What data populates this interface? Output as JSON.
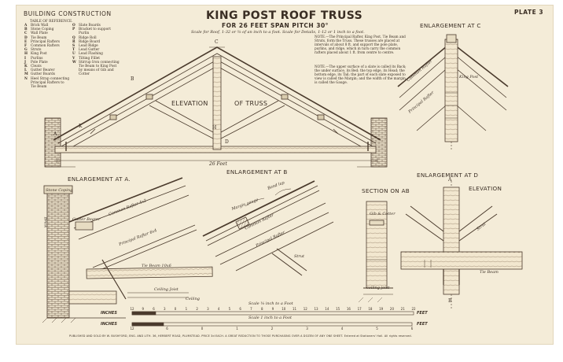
{
  "header": {
    "series": "BUILDING CONSTRUCTION",
    "plate": "PLATE 3",
    "title": "KING POST ROOF TRUSS",
    "subtitle": "FOR 26 FEET SPAN    PITCH 30°",
    "scales": "Scale for Roof, 1-32 or ⅜ of an inch to a foot.     Scale for Details, 1-12 or 1 inch to a foot."
  },
  "reference_table": {
    "heading": "TABLE OF REFERENCE.",
    "left": [
      {
        "k": "A",
        "v": "Brick Wall"
      },
      {
        "k": "B",
        "v": "Stone Coping"
      },
      {
        "k": "C",
        "v": "Wall Plate"
      },
      {
        "k": "D",
        "v": "Tie Beam"
      },
      {
        "k": "E",
        "v": "Principal Rafters"
      },
      {
        "k": "F",
        "v": "Common Rafters"
      },
      {
        "k": "G",
        "v": "Struts"
      },
      {
        "k": "H",
        "v": "King Post"
      },
      {
        "k": "I",
        "v": "Purlins"
      },
      {
        "k": "J",
        "v": "Pole Plate"
      },
      {
        "k": "K",
        "v": "Cleats"
      },
      {
        "k": "L",
        "v": "Gutter Bearer"
      },
      {
        "k": "M",
        "v": "Gutter Boards"
      },
      {
        "k": "N",
        "v": "Heel Strap connecting Principal Rafters to Tie Beam"
      }
    ],
    "right": [
      {
        "k": "O",
        "v": "Slate Boards"
      },
      {
        "k": "P",
        "v": "Bracket to support Purlin"
      },
      {
        "k": "Q",
        "v": "Ridge Roll"
      },
      {
        "k": "R",
        "v": "Ridge Board"
      },
      {
        "k": "S",
        "v": "Lead Ridge"
      },
      {
        "k": "T",
        "v": "Lead Gutter"
      },
      {
        "k": "U",
        "v": "Lead Flashing"
      },
      {
        "k": "V",
        "v": "Tilting Fillet"
      },
      {
        "k": "W",
        "v": "Stirrup Iron connecting Tie Beam to King Post by means of Gib and Cotter"
      }
    ]
  },
  "notes": [
    "NOTE.—The Principal Rafter, King Post, Tie Beam and Struts, form the Truss. These trusses are placed at intervals of about 8 ft. and support the pole plate, purlins, and ridge, which in turn carry the common rafters placed about 1 ft. from centre to centre.",
    "NOTE.—The upper surface of a slate is called its Back; the under surface, its Bed; the top edge, its Head; the bottom edge, its Tail; the part of each slate exposed to view is called the Margin; and the width of the margin is called the Gauge."
  ],
  "elevation": {
    "label_left": "ELEVATION",
    "label_right": "OF TRUSS",
    "span": "26 Feet",
    "letters": {
      "top": "C",
      "k1": "K",
      "c": "C",
      "b": "B",
      "a": "A",
      "h": "H",
      "d": "D"
    }
  },
  "sections": {
    "enl_a": "ENLARGEMENT AT A.",
    "enl_b": "ENLARGEMENT AT B",
    "enl_c": "ENLARGEMENT AT C",
    "enl_d": "ENLARGEMENT AT D",
    "section_ab": "SECTION ON AB",
    "elevation_d": "ELEVATION"
  },
  "detail_labels": {
    "a_common": "Common Rafter 4x2",
    "a_principal": "Principal Rafter 6x4",
    "a_tie": "Tie Beam 10x6",
    "a_gutter": "Gutter Bearer",
    "a_plate": "Ceiling Joist",
    "a_ceiling": "Ceiling",
    "a_stone": "Stone Coping",
    "a_brick": "Brick",
    "b_margin": "Margin gauge",
    "b_bond": "Bond lap",
    "b_common": "Common Rafter",
    "b_principal": "Principal Rafter",
    "b_strut": "Strut",
    "c_common": "Common Rafter",
    "c_principal": "Principal Rafter",
    "c_king": "King Post",
    "d_strut": "Strut",
    "d_tie": "Tie Beam",
    "d_ceiling": "ceiling joist",
    "d_gib": "Gib & Cotter",
    "d_a": "A",
    "d_b": "B"
  },
  "scales_bar": {
    "label_feet_scale": "Scale ⅜ inch to a Foot",
    "label_inch_scale": "Scale 1 inch to a Foot",
    "inches": "INCHES",
    "feet": "FEET",
    "ticks_top": [
      "12",
      "9",
      "6",
      "3",
      "0",
      "1",
      "2",
      "3",
      "4",
      "5",
      "6",
      "7",
      "8",
      "9",
      "10",
      "11",
      "12",
      "13",
      "14",
      "15",
      "16",
      "17",
      "18",
      "19",
      "20",
      "21",
      "22"
    ],
    "ticks_bottom": [
      "12",
      "6",
      "0",
      "1",
      "2",
      "3",
      "4",
      "5",
      "6"
    ]
  },
  "footer": "PUBLISHED AND SOLD BY W. BUSHFORD, ENG. AND LITH. 36, HERBERT ROAD, PLUMSTEAD.   PRICE 3d EACH.   A GREAT REDUCTION TO THOSE PURCHASING OVER A DOZEN OF ANY ONE SHEET.   Entered at Stationers' Hall.   All rights reserved."
}
